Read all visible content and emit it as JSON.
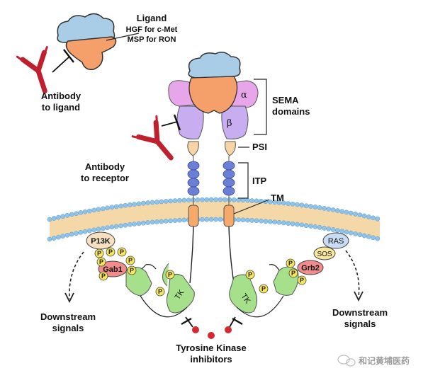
{
  "diagram": {
    "ligand": {
      "title": "Ligand",
      "line1": "HGF for c-Met",
      "line2": "MSP for RON"
    },
    "antibody_ligand": {
      "line1": "Antibody",
      "line2": "to ligand"
    },
    "antibody_receptor": {
      "line1": "Antibody",
      "line2": "to receptor"
    },
    "domains": {
      "sema_line1": "SEMA",
      "sema_line2": "domains",
      "alpha": "α",
      "beta": "β",
      "psi": "PSI",
      "itp": "ITP",
      "tm": "TM",
      "tk": "TK"
    },
    "adaptors": {
      "pi3k": "P13K",
      "gab1": "Gab1",
      "ras": "RAS",
      "sos": "SOS",
      "grb2": "Grb2",
      "phospho": "P"
    },
    "downstream_left": {
      "line1": "Downstream",
      "line2": "signals"
    },
    "downstream_right": {
      "line1": "Downstream",
      "line2": "signals"
    },
    "tki": {
      "line1": "Tyrosine Kinase",
      "line2": "inhibitors"
    },
    "watermark": "和记黄埔医药"
  },
  "colors": {
    "ligand_cap": "#a9cde6",
    "ligand_body": "#f5a06b",
    "sema": "#e7a6ea",
    "sema_beta": "#c8aef0",
    "psi": "#f7d4a6",
    "itp": "#6b7fd6",
    "tm": "#f7a96a",
    "membrane": "#f4d8a8",
    "membrane_beads": "#8ec3ea",
    "kinase": "#a6e08a",
    "phospho": "#f7e65a",
    "antibody": "#c0202e",
    "inhibitor": "#d6282e",
    "pi3k": "#f7e0c0",
    "gab1": "#f08c8c",
    "ras": "#c9dcf3",
    "sos": "#f7e7a0",
    "grb2": "#f08c8c"
  }
}
